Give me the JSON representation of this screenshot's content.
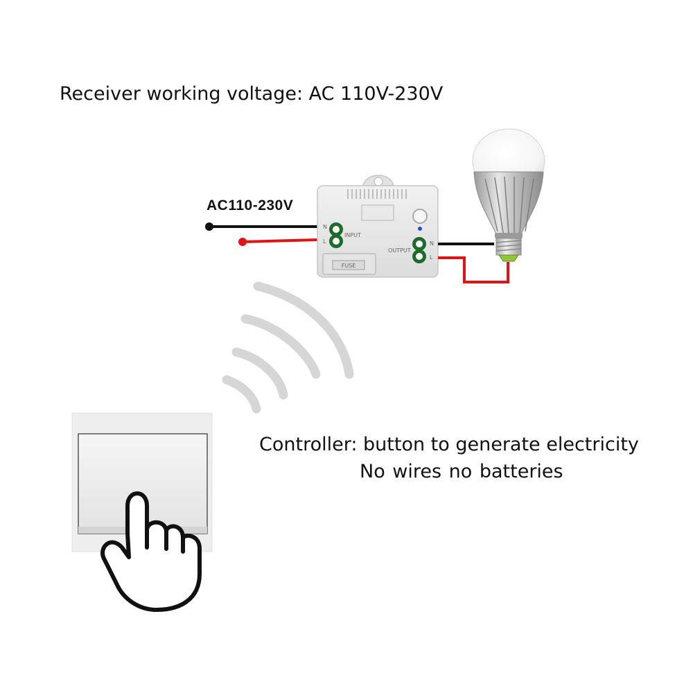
{
  "header": {
    "title": "Receiver working voltage: AC 110V-230V"
  },
  "receiver": {
    "supply_label": "AC110-230V",
    "input_label": "INPUT",
    "output_label": "OUTPUT",
    "input_n": "N",
    "input_l": "L",
    "output_n": "N",
    "output_l": "L",
    "fuse_label": "FUSE"
  },
  "controller": {
    "line1": "Controller: button to generate electricity",
    "line2": "No wires  no batteries"
  },
  "colors": {
    "neutral_wire": "#111111",
    "live_wire": "#e01414",
    "terminal": "#1e6b2e",
    "indicator_led": "#1f4fd1",
    "signal_waves": "#d6d6d6"
  },
  "icons": {
    "bulb": "led-bulb-icon",
    "hand": "pointing-hand-icon",
    "waves": "wireless-signal-icon"
  }
}
